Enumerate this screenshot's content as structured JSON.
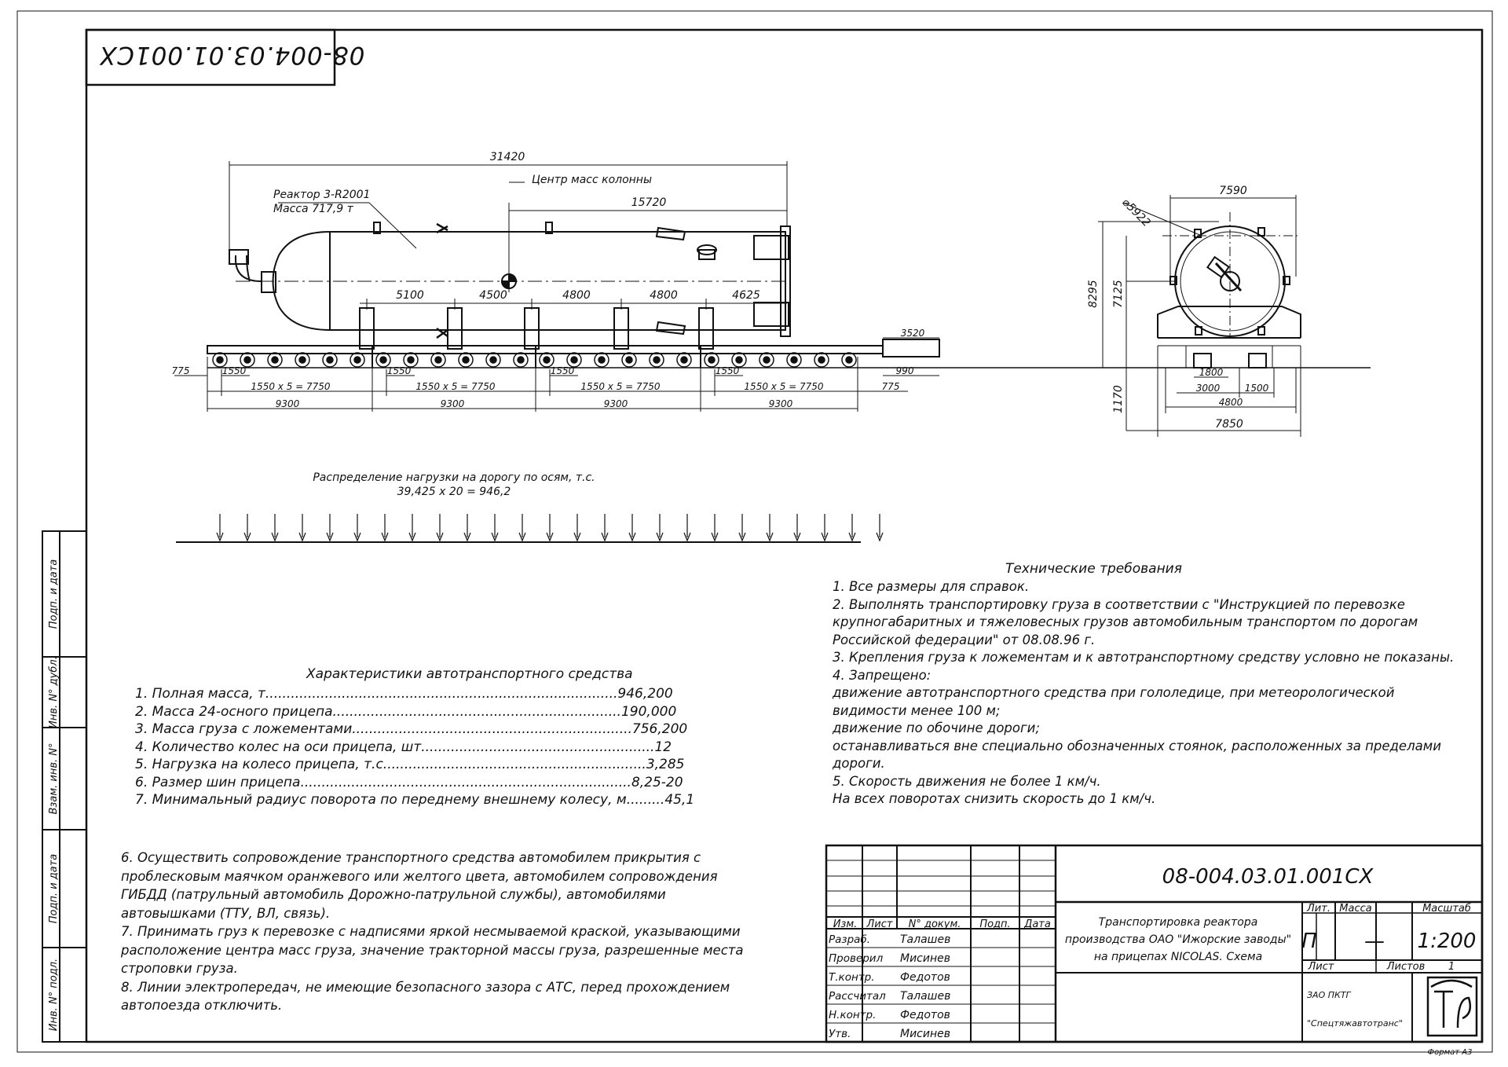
{
  "stamp_code_rotated": "08-004.03.01.001CX",
  "side_strip": [
    {
      "label": "Подп. и дата"
    },
    {
      "label": "Инв. N° дубл."
    },
    {
      "label": "Взам. инв. N°"
    },
    {
      "label": "Подп. и дата"
    },
    {
      "label": "Инв. N° подл."
    }
  ],
  "main_view": {
    "overall_length": "31420",
    "reactor_name": "Реактор 3-R2001",
    "reactor_mass": "Масса 717,9 т",
    "center_of_mass_label": "Центр масс колонны",
    "dim_15720": "15720",
    "spacings": [
      "5100",
      "4500",
      "4800",
      "4800",
      "4625"
    ],
    "dim_3520": "3520",
    "dim_775_left": "775",
    "dim_990": "990",
    "dim_775_right": "775",
    "axle_pitch": [
      "1550",
      "1550",
      "1550",
      "1550"
    ],
    "axle_groups": [
      "1550 x 5 = 7750",
      "1550 x 5 = 7750",
      "1550 x 5 = 7750",
      "1550 x 5 = 7750"
    ],
    "trailer_lengths": [
      "9300",
      "9300",
      "9300",
      "9300"
    ]
  },
  "end_view": {
    "diameter": "⌀5922",
    "width_top": "7590",
    "height_total": "8295",
    "height_axis": "7125",
    "height_platform": "1170",
    "dim_1800": "1800",
    "dim_3000": "3000",
    "dim_1500": "1500",
    "dim_4800": "4800",
    "width_bottom": "7850"
  },
  "load_distribution": {
    "title": "Распределение нагрузки на дорогу по осям, т.с.",
    "formula": "39,425 x 20 = 946,2",
    "arrow_count": 25
  },
  "vehicle_specs": {
    "title": "Характеристики автотранспортного средства",
    "items": [
      {
        "text": "1.  Полная масса,  т...................................................................................946,200"
      },
      {
        "text": "2.  Масса 24-осного прицепа....................................................................190,000"
      },
      {
        "text": "3.  Масса груза с ложементами..................................................................756,200"
      },
      {
        "text": "4.  Количество колес на оси прицепа,  шт.......................................................12"
      },
      {
        "text": "5.  Нагрузка на колесо прицепа,  т.с..............................................................3,285"
      },
      {
        "text": "6.  Размер шин прицепа..............................................................................8,25-20"
      },
      {
        "text": "7.  Минимальный радиус поворота по переднему внешнему колесу, м.........45,1"
      }
    ]
  },
  "notes_left": [
    {
      "text": "6. Осуществить сопровождение транспортного средства автомобилем прикрытия с"
    },
    {
      "text": "проблесковым маячком оранжевого или желтого цвета, автомобилем сопровождения"
    },
    {
      "text": "ГИБДД (патрульный автомобиль Дорожно-патрульной службы), автомобилями"
    },
    {
      "text": "автовышками (ТТУ, ВЛ, связь)."
    },
    {
      "text": "7. Принимать груз к перевозке с надписями яркой несмываемой краской, указывающими"
    },
    {
      "text": "расположение центра масс груза, значение тракторной массы груза, разрешенные места"
    },
    {
      "text": "строповки груза."
    },
    {
      "text": "8. Линии электропередач, не имеющие  безопасного зазора с АТС, перед прохождением"
    },
    {
      "text": "автопоезда отключить."
    }
  ],
  "tech_requirements": {
    "title": "Технические требования",
    "items": [
      {
        "text": "1.  Все размеры для справок."
      },
      {
        "text": "2.  Выполнять транспортировку груза в соответствии с \"Инструкцией по перевозке"
      },
      {
        "text": "крупногабаритных и тяжеловесных грузов автомобильным транспортом по дорогам"
      },
      {
        "text": "Российской федерации\" от 08.08.96 г."
      },
      {
        "text": "3.  Крепления груза к ложементам и к автотранспортному средству условно не показаны."
      },
      {
        "text": "4.   Запрещено:"
      },
      {
        "text": "             движение автотранспортного средства при гололедице, при метеорологической"
      },
      {
        "text": "видимости менее 100 м;"
      },
      {
        "text": "             движение по обочине дороги;"
      },
      {
        "text": "             останавливаться вне специально обозначенных стоянок, расположенных за пределами"
      },
      {
        "text": "дороги."
      },
      {
        "text": "5.  Скорость движения не более 1 км/ч."
      },
      {
        "text": "             На всех поворотах снизить скорость до 1 км/ч."
      }
    ]
  },
  "title_block": {
    "doc_code": "08-004.03.01.001CX",
    "title_line1": "Транспортировка реактора",
    "title_line2": "производства ОАО \"Ижорские заводы\"",
    "title_line3": "на прицепах NICOLAS. Схема",
    "hdr_izm": "Изм.",
    "hdr_list": "Лист",
    "hdr_doc": "N° докум.",
    "hdr_podp": "Подп.",
    "hdr_data": "Дата",
    "hdr_lit": "Лит.",
    "hdr_mass": "Масса",
    "hdr_scale": "Масштаб",
    "lit_value": "П",
    "mass_value": "—",
    "scale_value": "1:200",
    "sheet_label": "Лист",
    "sheets_label": "Листов",
    "sheets_value": "1",
    "org_line1": "ЗАО ПКТГ",
    "org_line2": "\"Спецтяжавтотранс\"",
    "roles": [
      {
        "role": "Разраб.",
        "name": "Талашев"
      },
      {
        "role": "Проверил",
        "name": "Мисинев"
      },
      {
        "role": "Т.контр.",
        "name": "Федотов"
      },
      {
        "role": "Рассчитал",
        "name": "Талашев"
      },
      {
        "role": "Н.контр.",
        "name": "Федотов"
      },
      {
        "role": "Утв.",
        "name": "Мисинев"
      }
    ],
    "format": "Формат А3"
  }
}
